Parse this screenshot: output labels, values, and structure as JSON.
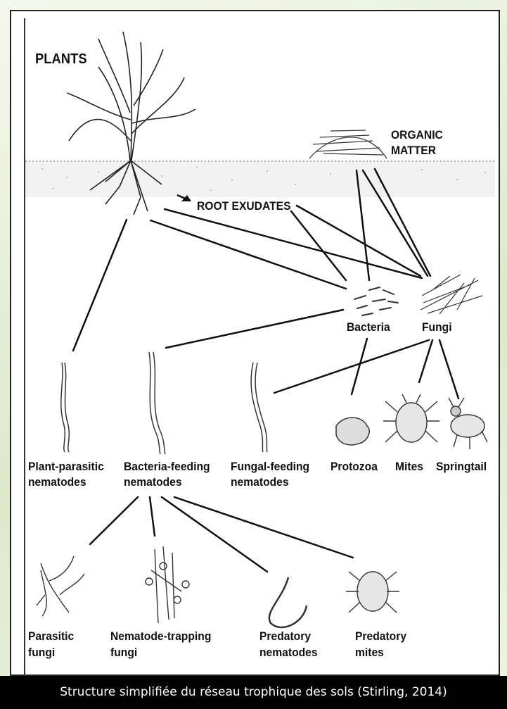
{
  "diagram": {
    "labels": {
      "plants": "PLANTS",
      "organic_matter_1": "ORGANIC",
      "organic_matter_2": "MATTER",
      "root_exudates": "ROOT EXUDATES",
      "bacteria": "Bacteria",
      "fungi": "Fungi",
      "plant_parasitic_1": "Plant-parasitic",
      "plant_parasitic_2": "nematodes",
      "bacteria_feeding_1": "Bacteria-feeding",
      "bacteria_feeding_2": "nematodes",
      "fungal_feeding_1": "Fungal-feeding",
      "fungal_feeding_2": "nematodes",
      "protozoa": "Protozoa",
      "mites": "Mites",
      "springtail": "Springtail",
      "parasitic_fungi_1": "Parasitic",
      "parasitic_fungi_2": "fungi",
      "trapping_fungi_1": "Nematode-trapping",
      "trapping_fungi_2": "fungi",
      "predatory_nematodes_1": "Predatory",
      "predatory_nematodes_2": "nematodes",
      "predatory_mites_1": "Predatory",
      "predatory_mites_2": "mites"
    }
  },
  "caption": "Structure simplifiée du réseau trophique des sols (Stirling, 2014)",
  "colors": {
    "line": "#111111",
    "soil": "#bdbdbd",
    "caption_bg": "#000000"
  }
}
